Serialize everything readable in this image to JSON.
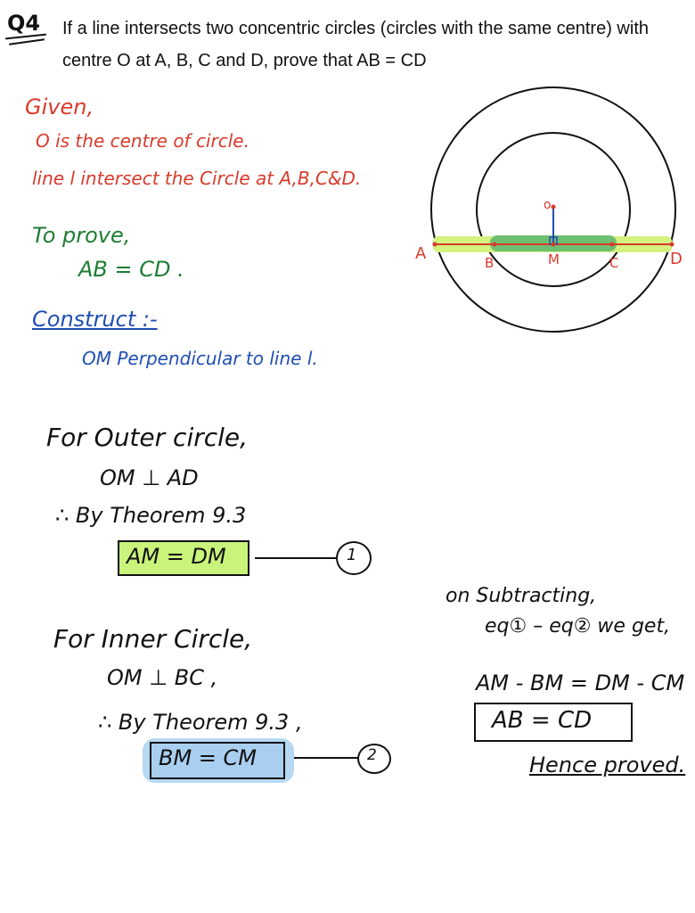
{
  "question": {
    "label": "Q4",
    "text": "If a line intersects two concentric circles (circles with the same centre) with centre O at A, B, C and D, prove that AB = CD"
  },
  "given": {
    "title": "Given,",
    "line1": "O is the centre of circle.",
    "line2": "line l intersect the Circle at A,B,C&D."
  },
  "to_prove": {
    "title": "To prove,",
    "line1": "AB = CD ."
  },
  "construct": {
    "title": "Construct :-",
    "line1": "OM Perpendicular to line l."
  },
  "outer": {
    "title": "For Outer circle,",
    "line1": "OM ⊥ AD",
    "line2": "∴ By Theorem 9.3",
    "boxed": "AM = DM",
    "eq_num": "1"
  },
  "inner": {
    "title": "For Inner Circle,",
    "line1": "OM ⊥ BC ,",
    "line2": "∴ By Theorem 9.3 ,",
    "boxed": "BM = CM",
    "eq_num": "2"
  },
  "subtracting": {
    "line1": "on Subtracting,",
    "line2": "eq① – eq② we get,",
    "line3": "AM - BM = DM - CM",
    "boxed": "AB = CD",
    "hence": "Hence proved."
  },
  "diagram": {
    "labels": {
      "o": "o",
      "a": "A",
      "b": "B",
      "m": "M",
      "c": "C",
      "d": "D"
    },
    "colors": {
      "line": "#d93a2b",
      "outer_highlight": "#d4f27e",
      "inner_highlight": "#6fbf73",
      "om": "#1f4fb3",
      "circles": "#111111"
    }
  },
  "colors": {
    "given": "#d93a2b",
    "to_prove": "#1e7d33",
    "construct": "#1f4fb3",
    "box1": "#c9f37a",
    "box2": "#a9cff0"
  }
}
